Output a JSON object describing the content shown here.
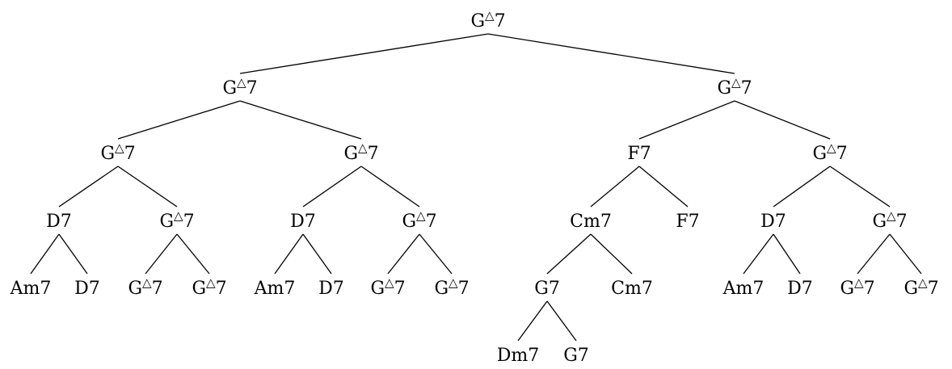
{
  "tree": {
    "label": "G△7",
    "children": [
      {
        "label": "G△7",
        "children": [
          {
            "label": "G△7",
            "children": [
              {
                "label": "D7",
                "children": [
                  {
                    "label": "Am7"
                  },
                  {
                    "label": "D7"
                  }
                ]
              },
              {
                "label": "G△7",
                "children": [
                  {
                    "label": "G△7"
                  },
                  {
                    "label": "G△7"
                  }
                ]
              }
            ]
          },
          {
            "label": "G△7",
            "children": [
              {
                "label": "D7",
                "children": [
                  {
                    "label": "Am7"
                  },
                  {
                    "label": "D7"
                  }
                ]
              },
              {
                "label": "G△7",
                "children": [
                  {
                    "label": "G△7"
                  },
                  {
                    "label": "G△7"
                  }
                ]
              }
            ]
          }
        ]
      },
      {
        "label": "G△7",
        "children": [
          {
            "label": "F7",
            "children": [
              {
                "label": "Cm7",
                "children": [
                  {
                    "label": "G7",
                    "children": [
                      {
                        "label": "Dm7"
                      },
                      {
                        "label": "G7"
                      }
                    ]
                  },
                  {
                    "label": "Cm7"
                  }
                ]
              },
              {
                "label": "F7"
              }
            ]
          },
          {
            "label": "G△7",
            "children": [
              {
                "label": "D7",
                "children": [
                  {
                    "label": "Am7"
                  },
                  {
                    "label": "D7"
                  }
                ]
              },
              {
                "label": "G△7",
                "children": [
                  {
                    "label": "G△7"
                  },
                  {
                    "label": "G△7"
                  }
                ]
              }
            ]
          }
        ]
      }
    ]
  }
}
